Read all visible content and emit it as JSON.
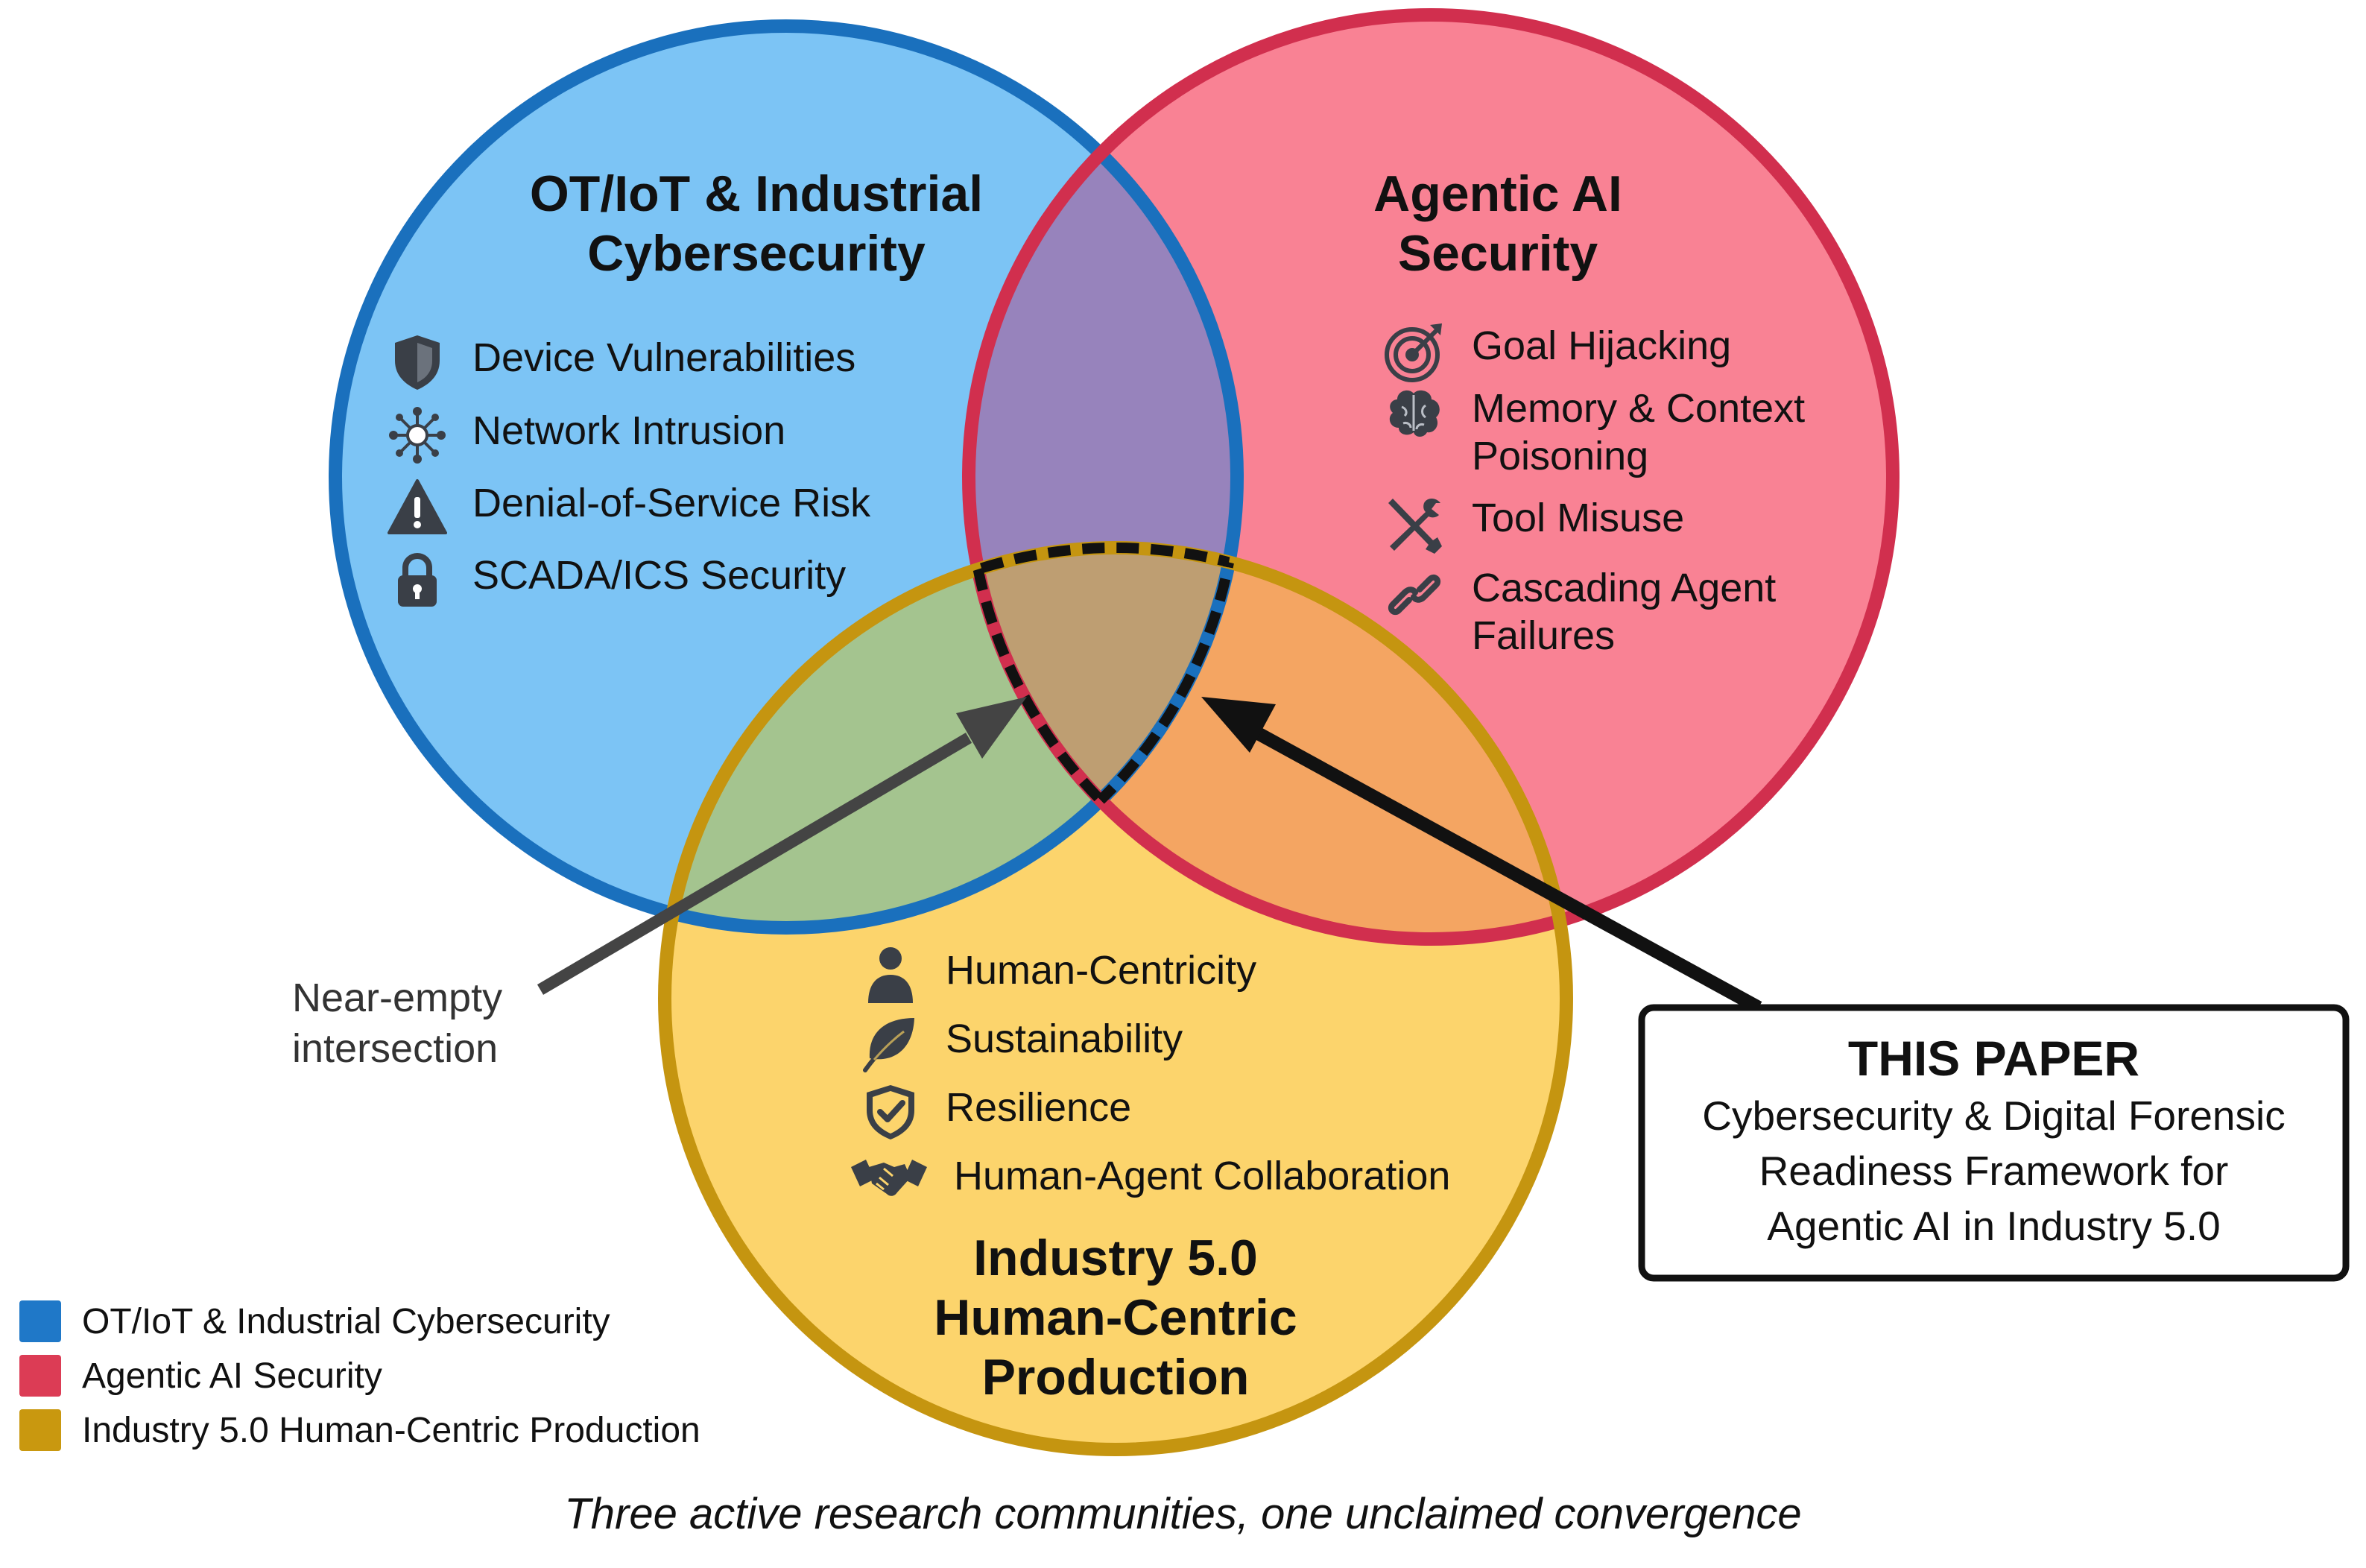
{
  "colors": {
    "blue_fill": "#7CC4F5",
    "blue_stroke": "#1A70BD",
    "red_fill": "#F98294",
    "red_stroke": "#D12F4E",
    "yellow_fill": "#FCD46C",
    "yellow_stroke": "#C59510",
    "blue_red": "#9783BC",
    "blue_yellow": "#A4C48F",
    "red_yellow": "#F4A562",
    "center": "#BE9E72",
    "legend_blue": "#1F78C8",
    "legend_red": "#DC3C55",
    "legend_yellow": "#C9980F"
  },
  "circles": {
    "ot_iot": {
      "title_line1": "OT/IoT & Industrial",
      "title_line2": "Cybersecurity",
      "items": [
        {
          "icon": "shield-icon",
          "label": "Device Vulnerabilities"
        },
        {
          "icon": "network-icon",
          "label": "Network Intrusion"
        },
        {
          "icon": "warning-icon",
          "label": "Denial-of-Service Risk"
        },
        {
          "icon": "lock-icon",
          "label": "SCADA/ICS Security"
        }
      ]
    },
    "agentic_ai": {
      "title_line1": "Agentic AI",
      "title_line2": "Security",
      "items": [
        {
          "icon": "target-icon",
          "line1": "Goal Hijacking",
          "line2": ""
        },
        {
          "icon": "brain-icon",
          "line1": "Memory & Context",
          "line2": "Poisoning"
        },
        {
          "icon": "tools-icon",
          "line1": "Tool Misuse",
          "line2": ""
        },
        {
          "icon": "chain-link-icon",
          "line1": "Cascading Agent",
          "line2": "Failures"
        }
      ]
    },
    "industry50": {
      "title_line1": "Industry 5.0",
      "title_line2": "Human-Centric",
      "title_line3": "Production",
      "items": [
        {
          "icon": "person-icon",
          "label": "Human-Centricity"
        },
        {
          "icon": "leaf-icon",
          "label": "Sustainability"
        },
        {
          "icon": "shield-check-icon",
          "label": "Resilience"
        },
        {
          "icon": "handshake-icon",
          "label": "Human-Agent Collaboration"
        }
      ]
    }
  },
  "annotations": {
    "near_empty_line1": "Near-empty",
    "near_empty_line2": "intersection"
  },
  "this_paper": {
    "heading": "THIS PAPER",
    "line1": "Cybersecurity & Digital Forensic",
    "line2": "Readiness Framework for",
    "line3": "Agentic AI in Industry 5.0"
  },
  "legend": [
    {
      "label": "OT/IoT & Industrial Cybersecurity",
      "color": "#1F78C8"
    },
    {
      "label": "Agentic AI Security",
      "color": "#DC3C55"
    },
    {
      "label": "Industry 5.0 Human-Centric Production",
      "color": "#C9980F"
    }
  ],
  "caption": "Three active research communities, one unclaimed convergence"
}
